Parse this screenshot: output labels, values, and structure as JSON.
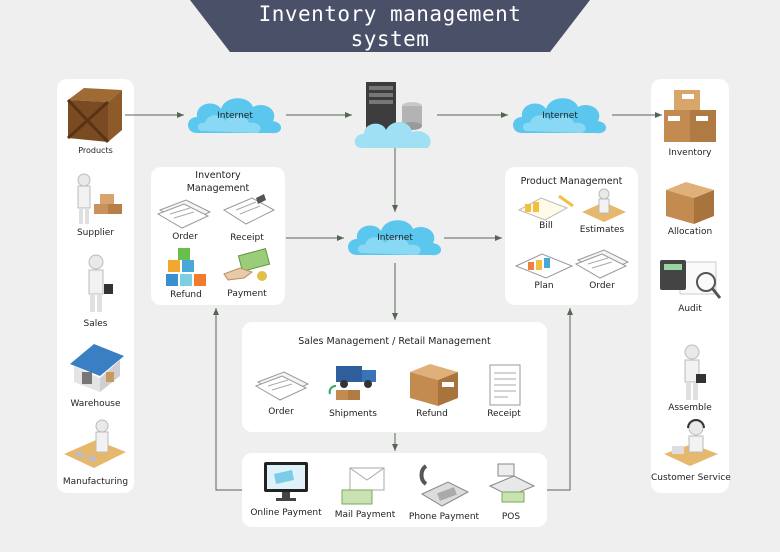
{
  "title": {
    "line1": "Inventory management",
    "line2": "system"
  },
  "colors": {
    "banner": "#4a5068",
    "cloud": "#5cc7ee",
    "arrow": "#556655",
    "panel": "#ffffff"
  },
  "left_column": [
    "Products",
    "Supplier",
    "Sales",
    "Warehouse",
    "Manufacturing"
  ],
  "right_column": [
    "Inventory",
    "Allocation",
    "Audit",
    "Assemble",
    "Customer Service"
  ],
  "clouds": {
    "left": "Internet",
    "right": "Internet",
    "center": "Internet"
  },
  "inventory_panel": {
    "title_line1": "Inventory",
    "title_line2": "Management",
    "items": [
      "Order",
      "Receipt",
      "Refund",
      "Payment"
    ]
  },
  "product_panel": {
    "title": "Product Management",
    "items": [
      "Bill",
      "Estimates",
      "Plan",
      "Order"
    ]
  },
  "sales_panel": {
    "title": "Sales Management / Retail Management",
    "items": [
      "Order",
      "Shipments",
      "Refund",
      "Receipt"
    ]
  },
  "payment_panel": {
    "items": [
      "Online Payment",
      "Mail Payment",
      "Phone Payment",
      "POS"
    ]
  },
  "icons": [
    "wooden-crate-icon",
    "supplier-person-icon",
    "sales-person-icon",
    "warehouse-icon",
    "manufacturing-icon",
    "stacked-boxes-icon",
    "cardboard-box-icon",
    "calculator-magnifier-icon",
    "assemble-person-icon",
    "customer-service-icon",
    "server-cloud-icon",
    "documents-icon",
    "receipt-icon",
    "blocks-icon",
    "payment-hand-icon",
    "bill-icon",
    "estimates-icon",
    "plan-icon",
    "truck-icon",
    "monitor-icon",
    "envelope-icon",
    "phone-icon",
    "pos-icon"
  ]
}
